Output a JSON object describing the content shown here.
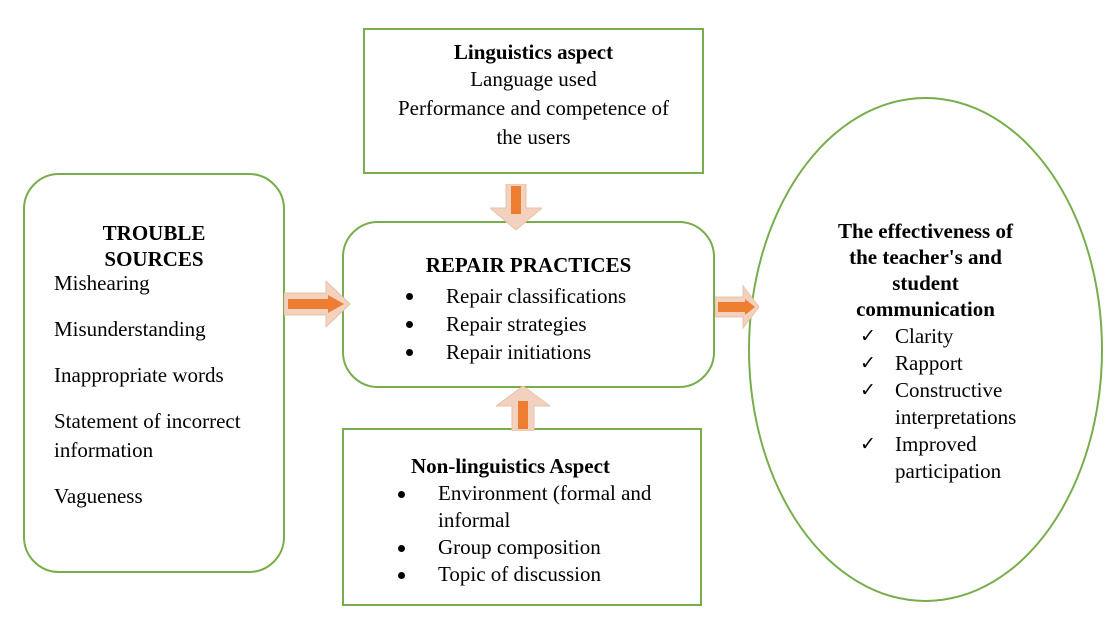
{
  "linguistics": {
    "title": "Linguistics aspect",
    "lines": [
      "Language used",
      "Performance and competence of",
      "the users"
    ]
  },
  "trouble": {
    "title_lines": [
      "TROUBLE",
      "SOURCES"
    ],
    "items": [
      "Mishearing",
      "Misunderstanding",
      "Inappropriate words",
      "Statement of incorrect information",
      "Vagueness"
    ]
  },
  "repair": {
    "title": "REPAIR PRACTICES",
    "items": [
      "Repair classifications",
      "Repair strategies",
      "Repair initiations"
    ]
  },
  "nonling": {
    "title": "Non-linguistics Aspect",
    "items": [
      "Environment (formal and informal",
      "Group composition",
      "Topic of discussion"
    ]
  },
  "effect": {
    "title_lines": [
      "The effectiveness of",
      "the teacher's and",
      "student",
      "communication"
    ],
    "items": [
      "Clarity",
      "Rapport",
      "Constructive interpretations",
      "Improved participation"
    ]
  },
  "colors": {
    "border": "#77ad4c",
    "arrow_fill": "#ed7d31",
    "arrow_shade": "#f2d2bf"
  }
}
